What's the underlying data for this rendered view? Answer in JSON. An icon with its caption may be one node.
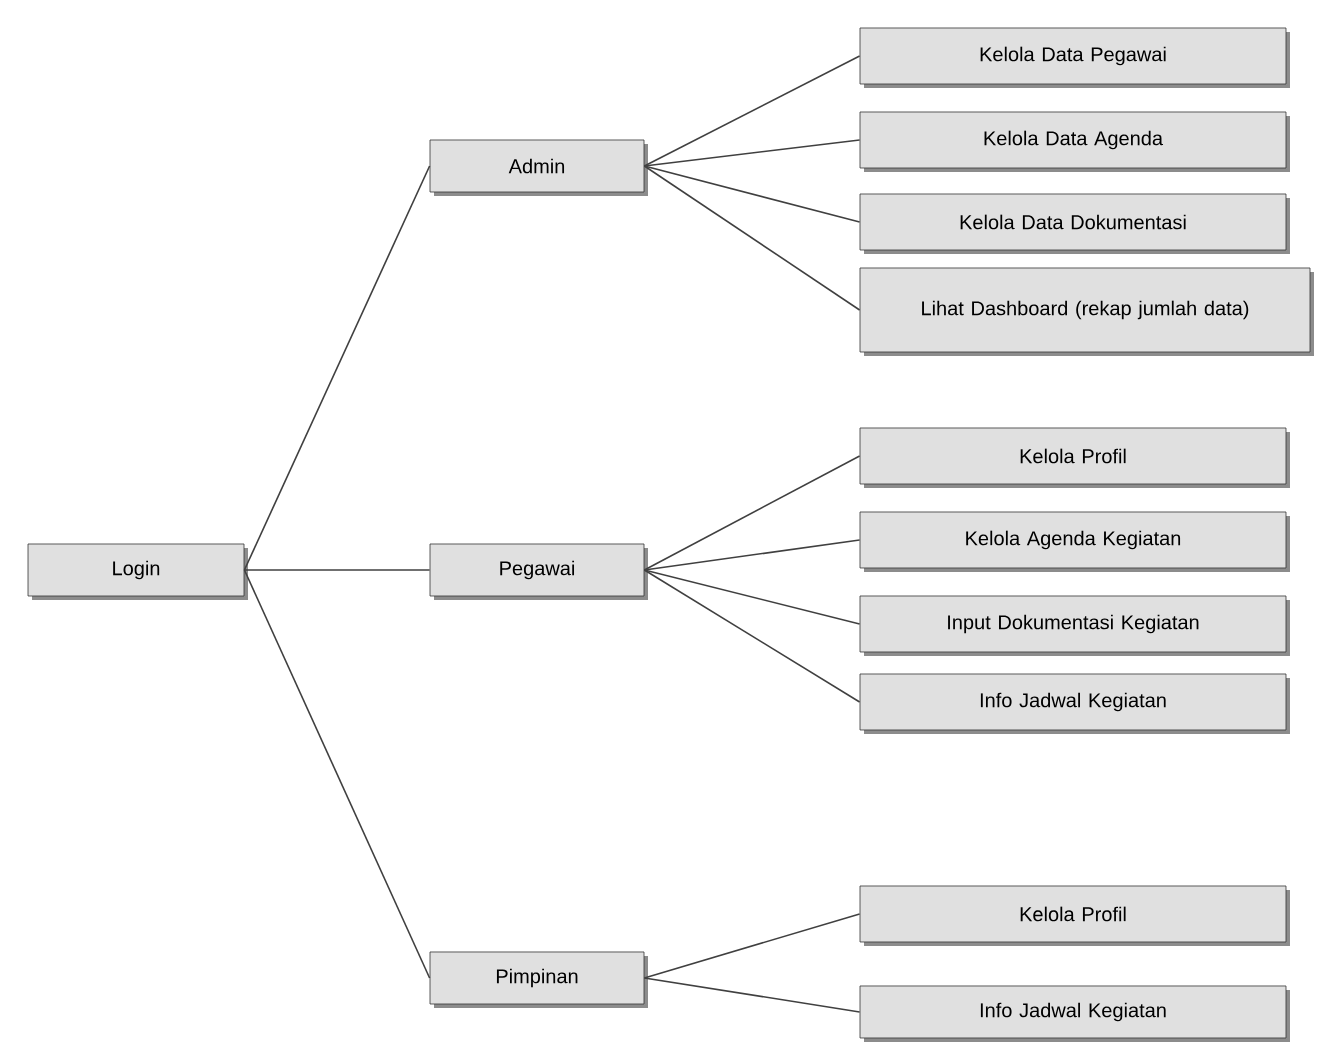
{
  "diagram": {
    "nodes": [
      {
        "text": [
          "Login"
        ]
      },
      {
        "text": [
          "Admin"
        ]
      },
      {
        "text": [
          "Pegawai"
        ]
      },
      {
        "text": [
          "Pimpinan"
        ]
      },
      {
        "text": [
          "Kelola Data Pegawai"
        ]
      },
      {
        "text": [
          "Kelola Data Agenda"
        ]
      },
      {
        "text": [
          "Kelola Data Dokumentasi"
        ]
      },
      {
        "text": [
          "Lihat Dashboard (rekap jumlah data)"
        ]
      },
      {
        "text": [
          "Kelola Profil"
        ]
      },
      {
        "text": [
          "Kelola Agenda Kegiatan"
        ]
      },
      {
        "text": [
          "Input Dokumentasi Kegiatan"
        ]
      },
      {
        "text": [
          "Info Jadwal Kegiatan"
        ]
      },
      {
        "text": [
          "Kelola Profil"
        ]
      },
      {
        "text": [
          "Info Jadwal Kegiatan"
        ]
      }
    ],
    "edges": [
      {
        "from": 0,
        "to": 1,
        "arrow": "none"
      },
      {
        "from": 0,
        "to": 2,
        "arrow": "none"
      },
      {
        "from": 0,
        "to": 3,
        "arrow": "none"
      },
      {
        "from": 1,
        "to": 4,
        "arrow": "none"
      },
      {
        "from": 1,
        "to": 5,
        "arrow": "none"
      },
      {
        "from": 1,
        "to": 6,
        "arrow": "none"
      },
      {
        "from": 1,
        "to": 7,
        "arrow": "none"
      },
      {
        "from": 2,
        "to": 8,
        "arrow": "none"
      },
      {
        "from": 2,
        "to": 9,
        "arrow": "none"
      },
      {
        "from": 2,
        "to": 10,
        "arrow": "none"
      },
      {
        "from": 2,
        "to": 11,
        "arrow": "none"
      },
      {
        "from": 3,
        "to": 12,
        "arrow": "none"
      },
      {
        "from": 3,
        "to": 13,
        "arrow": "none"
      }
    ]
  }
}
